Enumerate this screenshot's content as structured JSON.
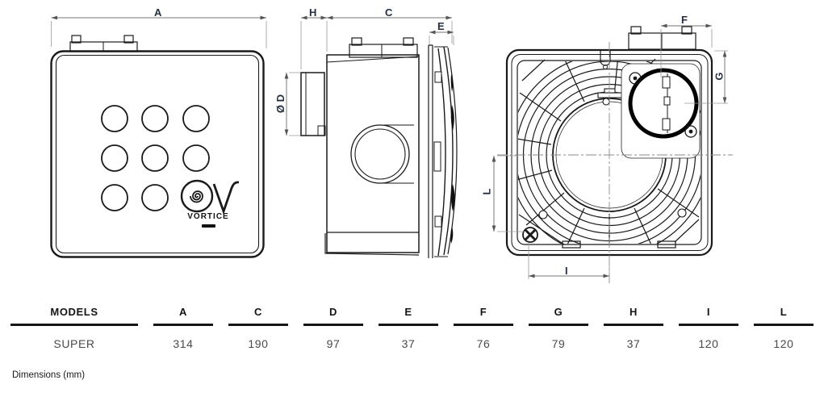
{
  "drawing": {
    "dimension_labels": {
      "A": "A",
      "H": "H",
      "C": "C",
      "E": "E",
      "D": "Ø D",
      "L": "L",
      "F": "F",
      "G": "G",
      "I": "I"
    },
    "logo_text": "VORTICE"
  },
  "table": {
    "columns": [
      {
        "label": "MODELS",
        "value": "SUPER"
      },
      {
        "label": "A",
        "value": "314"
      },
      {
        "label": "C",
        "value": "190"
      },
      {
        "label": "D",
        "value": "97"
      },
      {
        "label": "E",
        "value": "37"
      },
      {
        "label": "F",
        "value": "76"
      },
      {
        "label": "G",
        "value": "79"
      },
      {
        "label": "H",
        "value": "37"
      },
      {
        "label": "I",
        "value": "120"
      },
      {
        "label": "L",
        "value": "120"
      }
    ]
  },
  "footnote": "Dimensions (mm)"
}
